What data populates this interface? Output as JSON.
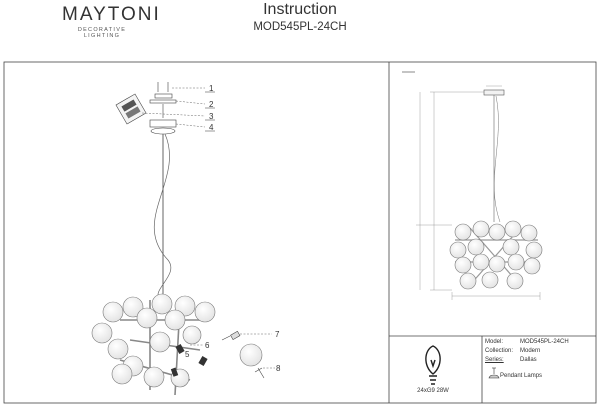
{
  "brand": {
    "name": "MAYTONI",
    "subtitle": "DECORATIVE LIGHTING"
  },
  "title": "Instruction",
  "model_code": "MOD545PL-24CH",
  "callouts": [
    "1",
    "2",
    "3",
    "4",
    "5",
    "6",
    "7",
    "8"
  ],
  "bulb_spec": "24xG9 28W",
  "info": {
    "model_key": "Model:",
    "model_val": "MOD545PL-24CH",
    "collection_key": "Collection:",
    "collection_val": "Modern",
    "series_key": "Series:",
    "series_val": "Dallas",
    "type_val": "Pendant Lamps"
  }
}
